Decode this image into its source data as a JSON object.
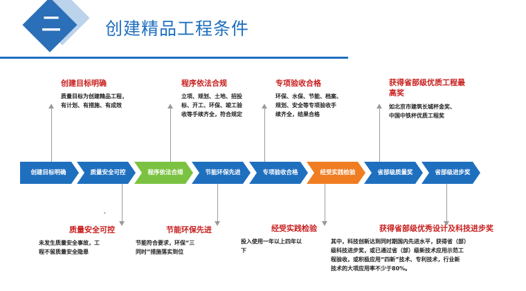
{
  "section": {
    "number": "二",
    "title": "创建精品工程条件"
  },
  "steps": [
    {
      "label": "创建目标明确",
      "color": "#1f6fbf"
    },
    {
      "label": "质量安全可控",
      "color": "#1f6fbf"
    },
    {
      "label": "程序依法合规",
      "color": "#7cc242"
    },
    {
      "label": "节能环保先进",
      "color": "#1f6fbf"
    },
    {
      "label": "专项验收合格",
      "color": "#1f6fbf"
    },
    {
      "label": "经受实践检验",
      "color": "#f07d22"
    },
    {
      "label": "省部级质量奖",
      "color": "#1f6fbf"
    },
    {
      "label": "省部级进步奖",
      "color": "#1f6fbf"
    }
  ],
  "top_callouts": [
    {
      "title": "创建目标明确",
      "lines": [
        "质量目标为创建精品工程，",
        "有计划、有措施、有成效"
      ]
    },
    {
      "title": "程序依法合规",
      "lines": [
        "立项、规划、土地、招投",
        "标、开工、环保、竣工验",
        "收等手续齐全，符合规定"
      ]
    },
    {
      "title": "专项验收合格",
      "lines": [
        "环保、水保、节能、档案、",
        "规划、安全等专项验收手",
        "续齐全，结果合格"
      ]
    },
    {
      "title": "获得省部级优质工程最",
      "title2": "高奖",
      "lines": [
        "如北京市建筑长城杯金奖、",
        "中国中铁杯优质工程奖"
      ]
    }
  ],
  "bottom_callouts": [
    {
      "title": "质量安全可控",
      "lines": [
        "未发生质量安全事故，工",
        "程不留质量安全隐患"
      ]
    },
    {
      "title": "节能环保先进",
      "lines": [
        "节能符合要求，环保“三",
        "同时”措施落实到位"
      ]
    },
    {
      "title": "经受实践检验",
      "lines": [
        "投入使用一年以上四年以",
        "下"
      ]
    },
    {
      "title": "获得省部级优秀设计及科技进步奖",
      "lines": [
        "其中，科技创新达到同时期国内先进水平，获得省（部）",
        "级科技进步奖，或已通过省（部）级新技术应用示范工",
        "程验收，或积极应用“四新”技术、专利技术，行业新",
        "技术的大项应用率不少于80%。"
      ]
    }
  ],
  "misc": {
    "dot": "-"
  }
}
